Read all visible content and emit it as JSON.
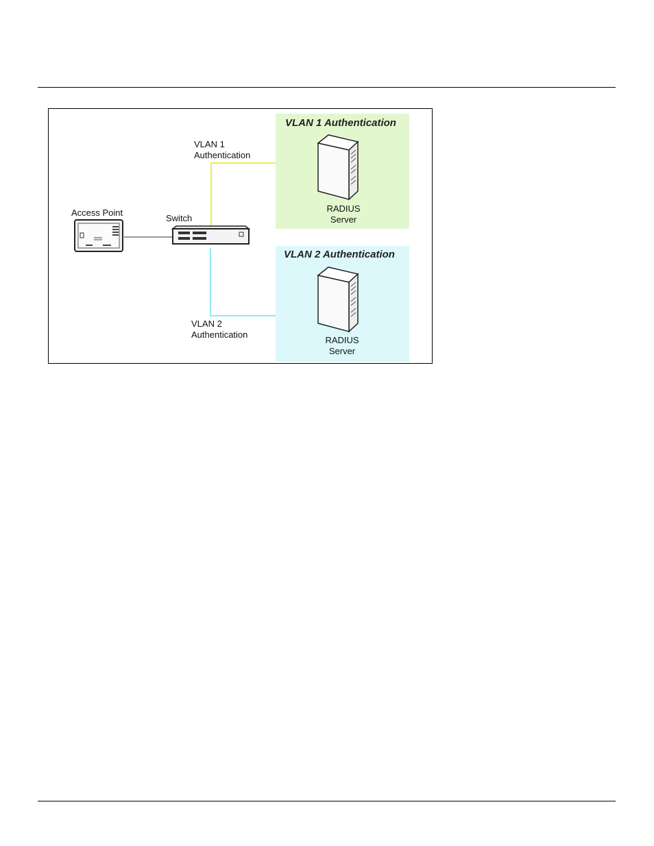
{
  "diagram": {
    "access_point_label": "Access Point",
    "switch_label": "Switch",
    "vlan1": {
      "zone_title": "VLAN 1 Authentication",
      "link_label": "VLAN 1\nAuthentication",
      "server_label": "RADIUS\nServer",
      "zone_color": "#e3f7cf",
      "link_color": "#e6ee55"
    },
    "vlan2": {
      "zone_title": "VLAN 2 Authentication",
      "link_label": "VLAN 2\nAuthentication",
      "server_label": "RADIUS\nServer",
      "zone_color": "#dcf8fb",
      "link_color": "#8ee8ef"
    }
  }
}
